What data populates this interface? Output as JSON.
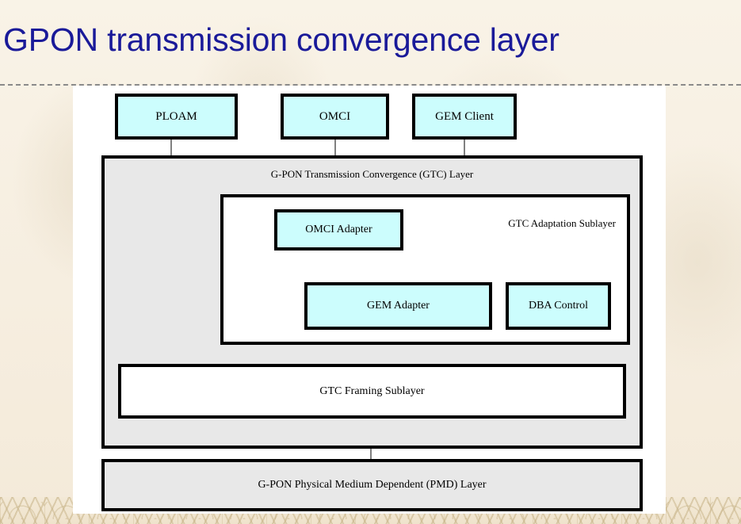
{
  "slide": {
    "title": "GPON transmission convergence layer",
    "title_color": "#1a1a99",
    "background_color": "#f7f0e2"
  },
  "diagram": {
    "panel_background": "#ffffff",
    "box_fill_cyan": "#ccfdfd",
    "box_fill_grey": "#e8e8e8",
    "border_color": "#000000",
    "connector_color": "#808080",
    "clients": [
      {
        "label": "PLOAM"
      },
      {
        "label": "OMCI"
      },
      {
        "label": "GEM Client"
      }
    ],
    "gtc_layer": {
      "label": "G-PON Transmission Convergence (GTC) Layer",
      "adaptation_sublayer": {
        "label": "GTC Adaptation Sublayer",
        "blocks": [
          {
            "label": "OMCI Adapter"
          },
          {
            "label": "GEM Adapter"
          },
          {
            "label": "DBA Control"
          }
        ]
      },
      "framing_sublayer": {
        "label": "GTC Framing Sublayer"
      }
    },
    "pmd_layer": {
      "label": "G-PON Physical Medium Dependent (PMD) Layer"
    }
  }
}
